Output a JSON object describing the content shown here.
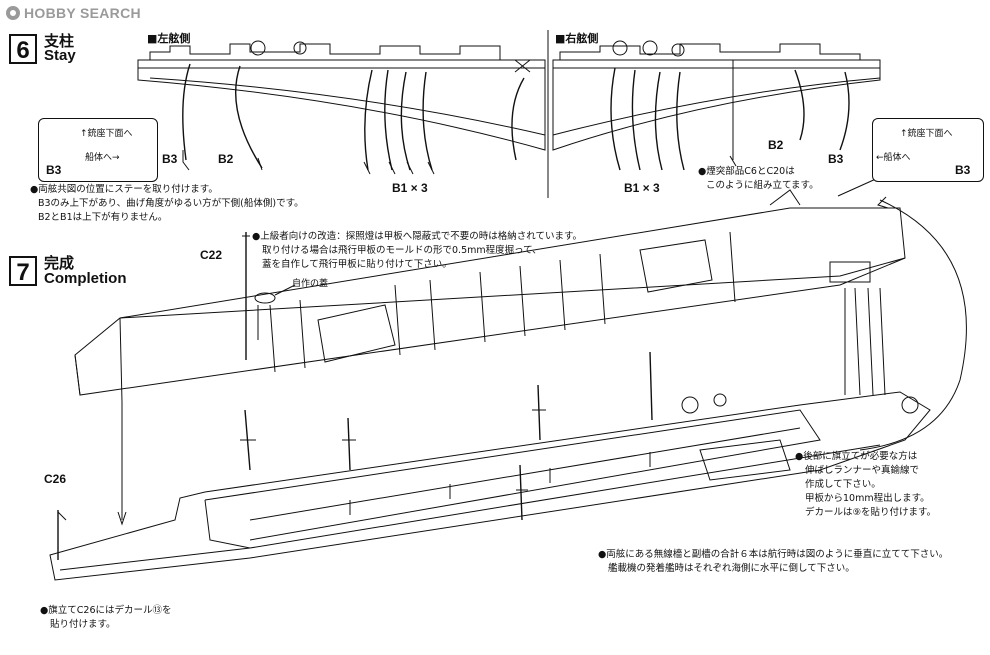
{
  "watermark": {
    "text": "HOBBY SEARCH"
  },
  "step6": {
    "number": "6",
    "title_jp": "支柱",
    "title_en": "Stay",
    "port_label": "■左舷側",
    "starboard_label": "■右舷側",
    "detail_left": {
      "line1": "↑銃座下面へ",
      "line2": "船体へ→",
      "part": "B3"
    },
    "detail_right": {
      "line1": "↑銃座下面へ",
      "line2": "←船体へ",
      "part": "B3"
    },
    "parts_left": [
      "B3",
      "B2"
    ],
    "parts_right": [
      "B2",
      "B3"
    ],
    "b1_left": "B1 × 3",
    "b1_right": "B1 × 3",
    "notes": [
      "●両舷共図の位置にステーを取り付けます。",
      "B3のみ上下があり、曲げ角度がゆるい方が下側(船体側)です。",
      "B2とB1は上下が有りません。"
    ],
    "funnel_note": [
      "●煙突部品C6とC20は",
      "このように組み立てます。"
    ]
  },
  "step7": {
    "number": "7",
    "title_jp": "完成",
    "title_en": "Completion",
    "part_c22": "C22",
    "part_c26": "C26",
    "cover_label": "自作の蓋",
    "advanced_note": [
      "●上級者向けの改造：探照燈は甲板へ隠蔽式で不要の時は格納されています。",
      "取り付ける場合は飛行甲板のモールドの形で0.5mm程度掘って、",
      "蓋を自作して飛行甲板に貼り付けて下さい。"
    ],
    "flag_note": [
      "●後部に旗立てが必要な方は",
      "伸ばしランナーや真鍮線で",
      "作成して下さい。",
      "甲板から10mm程出します。",
      "デカールは⑨を貼り付けます。"
    ],
    "mast_note": [
      "●両舷にある無線檣と副檣の合計６本は航行時は図のように垂直に立てて下さい。",
      "艦載機の発着艦時はそれぞれ海側に水平に倒して下さい。"
    ],
    "c26_note": [
      "●旗立てC26にはデカール⑬を",
      "貼り付けます。"
    ]
  }
}
